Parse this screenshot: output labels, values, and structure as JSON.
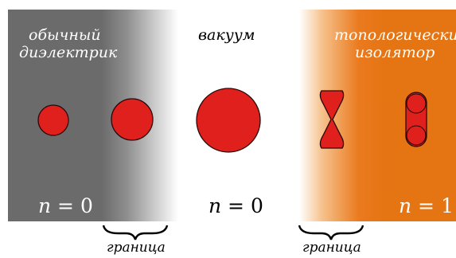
{
  "left": {
    "line1": "обычный",
    "line2": "диэлектрик",
    "n_var": "n",
    "n_rest": " = 0"
  },
  "middle": {
    "title": "вакуум",
    "n_var": "n",
    "n_rest": " = 0"
  },
  "right": {
    "line1": "топологический",
    "line2": "изолятор",
    "n_var": "n",
    "n_rest": " = 1"
  },
  "boundary_left": "граница",
  "boundary_right": "граница",
  "colors": {
    "insulator_gray": "#6b6b6b",
    "topological_orange": "#e57413",
    "blob_red": "#e0201c"
  }
}
